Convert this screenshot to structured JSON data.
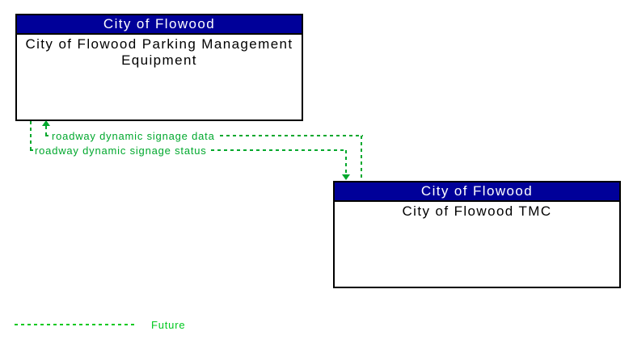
{
  "diagram": {
    "type": "interconnect-architecture-diagram",
    "background": "#FFFFFF",
    "entities": [
      {
        "header": "City of Flowood",
        "name": "City of Flowood Parking Management Equipment"
      },
      {
        "header": "City of Flowood",
        "name": "City of Flowood TMC"
      }
    ],
    "flows": [
      {
        "label": "roadway dynamic signage data",
        "from": "City of Flowood TMC",
        "to": "City of Flowood Parking Management Equipment",
        "status": "future",
        "line_style": "dashed"
      },
      {
        "label": "roadway dynamic signage status",
        "from": "City of Flowood Parking Management Equipment",
        "to": "City of Flowood TMC",
        "status": "future",
        "line_style": "dashed"
      }
    ],
    "legend": {
      "future_label": "Future",
      "line_style": "dashed"
    },
    "colors": {
      "entity_header_bg": "#000099",
      "entity_header_text": "#FFFFFF",
      "entity_border": "#000000",
      "entity_body_text": "#000000",
      "flow_green": "#00A82D",
      "legend_green": "#00C81E",
      "background": "#FFFFFF"
    }
  }
}
